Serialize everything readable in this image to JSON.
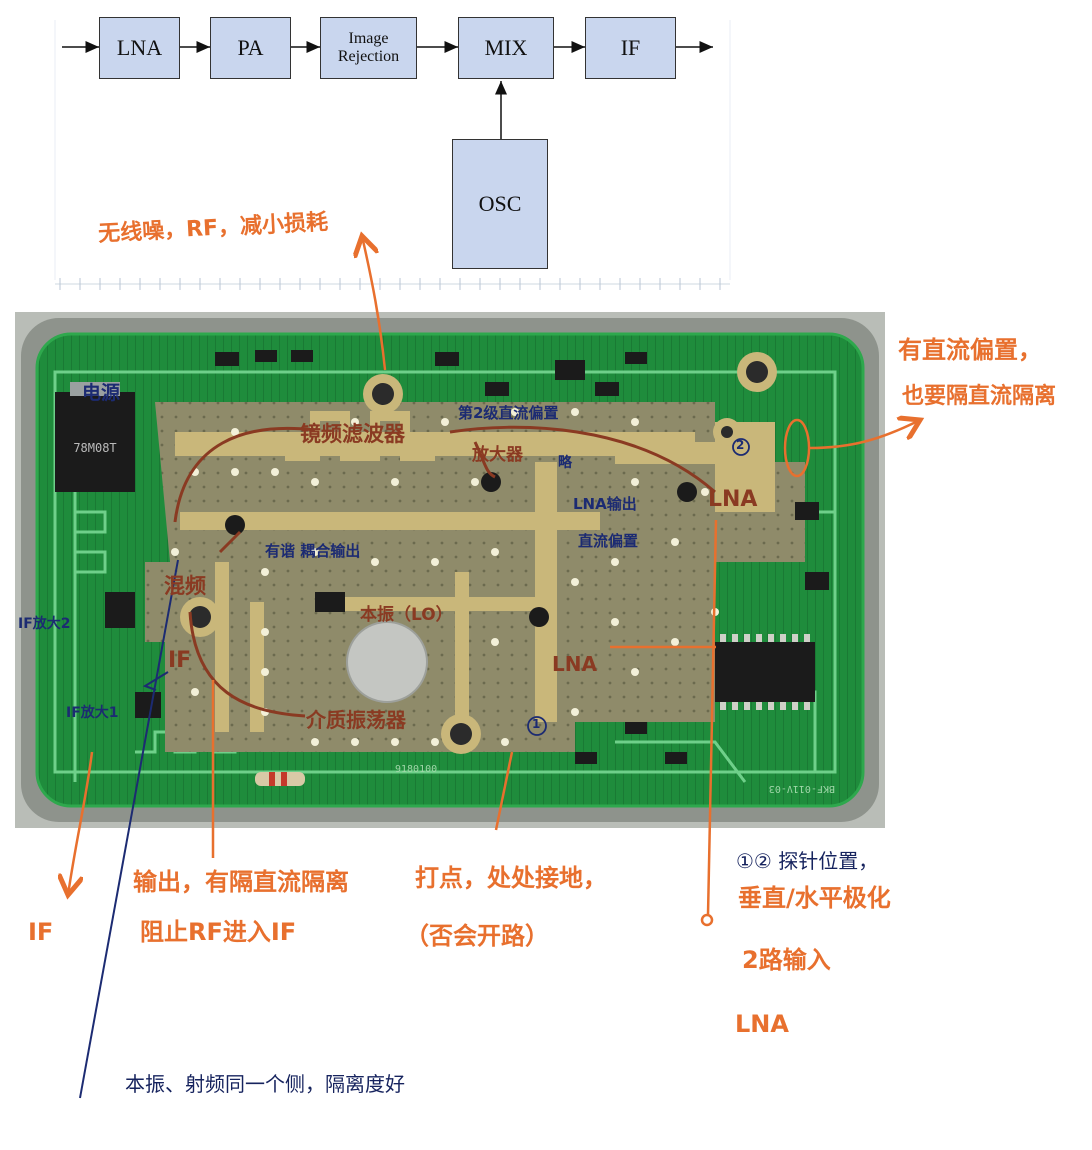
{
  "block_diagram": {
    "blocks": [
      {
        "id": "lna",
        "label": "LNA"
      },
      {
        "id": "pa",
        "label": "PA"
      },
      {
        "id": "img",
        "label": "Image\nRejection"
      },
      {
        "id": "mix",
        "label": "MIX"
      },
      {
        "id": "if",
        "label": "IF"
      },
      {
        "id": "osc",
        "label": "OSC"
      }
    ]
  },
  "annotations": {
    "top_note": "无线噪，RF，减小损耗",
    "right_dc": "有直流偏置，",
    "right_dc2": "也要隔直流隔离",
    "power": "电源",
    "image_filter": "镜频滤波器",
    "second_bias": "第2级直流偏置",
    "amplifier": "放大器",
    "omit": "略",
    "lna_out_1": "LNA输出",
    "lna_out_2": "直流偏置",
    "lna_right": "LNA",
    "circle2": "2",
    "coupled_out": "有谐 耦合输出",
    "mixer": "混频",
    "if_amp2": "IF放大2",
    "local_osc": "本振（LO）",
    "if_label": "IF",
    "lna_center": "LNA",
    "if_amp1": "IF放大1",
    "dielectric_osc": "介质振荡器",
    "circle1": "1",
    "output_note_1": "输出，有隔直流隔离",
    "output_note_2": "阻止RF进入IF",
    "ground_note_1": "打点，处处接地，",
    "ground_note_2": "（否会开路）",
    "probe_1": "①② 探针位置，",
    "probe_2": "垂直/水平极化",
    "probe_3": "2路输入",
    "probe_4": "LNA",
    "if_bottom": "IF",
    "bottom_note": "本振、射频同一个侧，隔离度好"
  },
  "colors": {
    "block_fill": "#c9d6ee",
    "pcb_green": "#1f8c3c",
    "shield": "#b9bdb7",
    "annotation_orange": "#e8702e",
    "annotation_brown": "#8a3a22",
    "annotation_blue": "#1c2b72"
  }
}
